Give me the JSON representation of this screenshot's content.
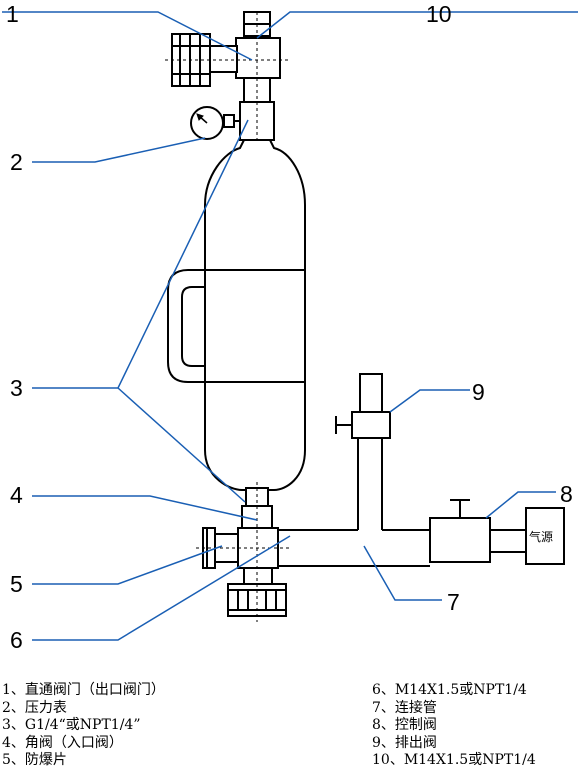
{
  "callouts": {
    "c1": "1",
    "c2": "2",
    "c3": "3",
    "c4": "4",
    "c5": "5",
    "c6": "6",
    "c7": "7",
    "c8": "8",
    "c9": "9",
    "c10": "10"
  },
  "gas_source_label": "气源",
  "legend": {
    "left": [
      "1、直通阀门（出口阀门）",
      "2、压力表",
      "3、G1/4“或NPT1/4”",
      "4、角阀（入口阀）",
      "5、防爆片"
    ],
    "right": [
      "6、M14X1.5或NPT1/4",
      "7、连接管",
      "8、控制阀",
      "9、排出阀",
      "10、M14X1.5或NPT1/4"
    ]
  },
  "colors": {
    "leader_line": "#1a5fb4",
    "outline": "#000000"
  }
}
